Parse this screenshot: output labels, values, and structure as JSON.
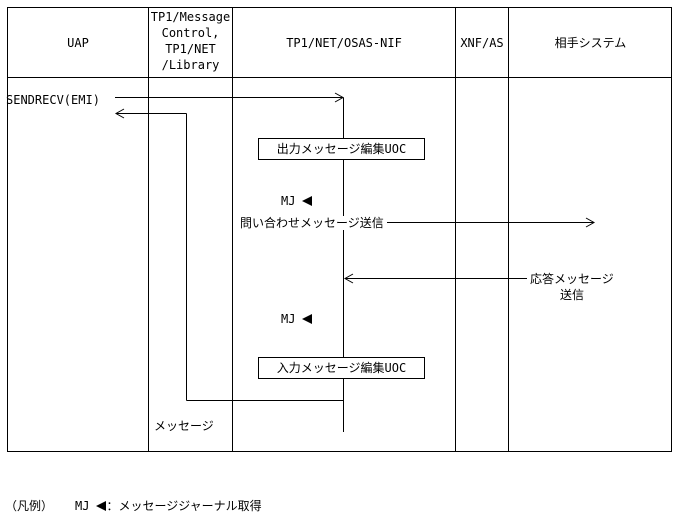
{
  "diagram": {
    "header": {
      "col1": "UAP",
      "col2_lines": [
        "TP1/Message",
        "Control,",
        "TP1/NET",
        "/Library"
      ],
      "col3": "TP1/NET/OSAS-NIF",
      "col4": "XNF/AS",
      "col5": "相手システム"
    },
    "body": {
      "api_call": "SENDRECV(EMI)",
      "output_uoc_box": "出力メッセージ編集UOC",
      "input_uoc_box": "入力メッセージ編集UOC",
      "mj_label": "MJ",
      "inquiry_label": "問い合わせメッセージ送信",
      "response_label_line1": "応答メッセージ",
      "response_label_line2": "送信",
      "message_label": "メッセージ"
    },
    "legend": {
      "title": "（凡例）",
      "mj": "MJ",
      "description": "：メッセージジャーナル取得"
    }
  }
}
